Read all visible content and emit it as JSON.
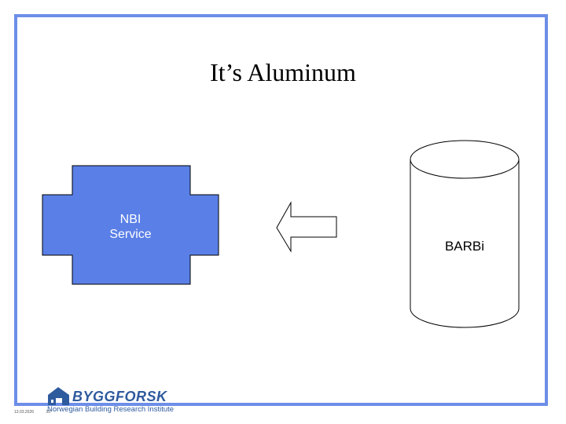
{
  "slide": {
    "title": "It’s Aluminum",
    "frame_color": "#6d8ee8"
  },
  "diagram": {
    "nodes": [
      {
        "id": "nbi",
        "shape": "cross",
        "label_lines": [
          "NBI",
          "Service"
        ],
        "fill": "#5a7fe6"
      },
      {
        "id": "barbi",
        "shape": "cylinder",
        "label": "BARBi",
        "fill": "#ffffff"
      }
    ],
    "arrow": {
      "from": "barbi",
      "to": "nbi",
      "direction": "left",
      "fill": "#ffffff"
    }
  },
  "footer": {
    "date": "13.03.2026",
    "page": "33",
    "logo_name": "BYGGFORSK",
    "logo_tagline": "Norwegian Building Research Institute",
    "brand_color": "#2e5a9e"
  }
}
